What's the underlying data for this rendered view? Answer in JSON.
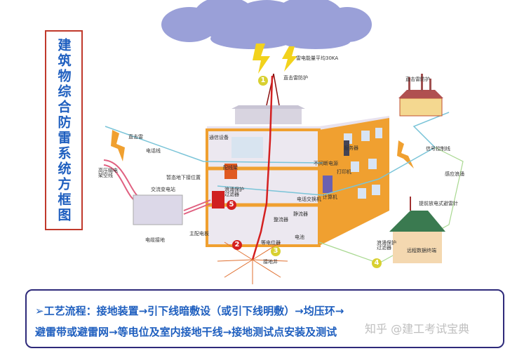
{
  "title": "建筑物综合防雷系统方框图",
  "labels": {
    "lightning_energy": "雷电能量平均30KA",
    "direct_protection_top": "直击雷防护",
    "direct_strike_left": "直击雷",
    "phone_line": "电话线",
    "hv_line": "高压输电架空线",
    "substation": "交流变电站",
    "transient_ground": "暂态地下接位置",
    "cable_ground": "电缆接地",
    "main_panel": "主配电板",
    "comm_equipment": "通信设备",
    "distribution_frame": "配线架",
    "surge_filter": "浪涌保护过滤器",
    "server": "服务器",
    "ups": "不间断电源",
    "printer": "打印机",
    "computer": "计算机",
    "phone_switch": "电话交换机",
    "static_device": "静流器",
    "rectifier": "整流器",
    "battery": "电池",
    "equipotential": "等电位器",
    "ground_well": "接地井",
    "direct_protection_right": "直击雷防护",
    "signal_line": "信号控制线",
    "induced_surge": "感应浪涌",
    "early_streamer": "提前放电式避雷针",
    "surge_filter_right": "浪涌保护过滤器",
    "remote_terminal": "远程数据终端"
  },
  "markers": [
    "1",
    "2",
    "3",
    "4",
    "5"
  ],
  "flow": {
    "line1": "➢工艺流程：接地装置→引下线暗敷设（或引下线明敷）→均压环→",
    "line2": "避雷带或避雷网→等电位及室内接地干线→接地测试点安装及测试"
  },
  "watermark": "知乎 @建工考试宝典",
  "colors": {
    "title": "#1f5fbf",
    "title_border": "#c0392b",
    "flow_border": "#2e2a7a",
    "building": "#f0a030",
    "cloud": "#9aa0d8",
    "lightning": "#f2d21c",
    "down_conductor": "#d42020"
  }
}
